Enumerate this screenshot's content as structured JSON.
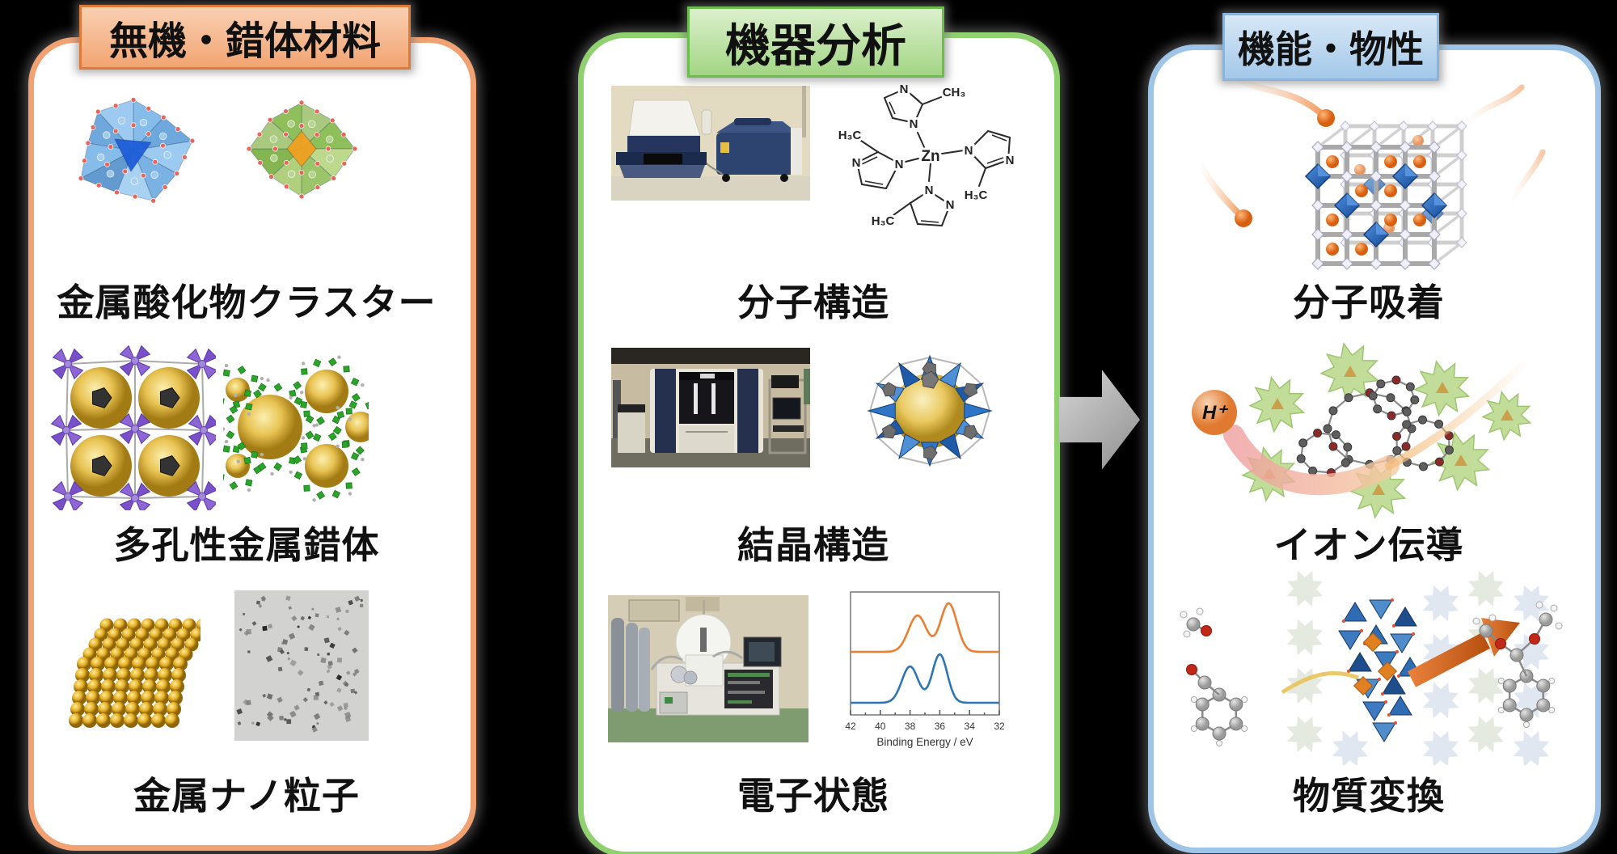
{
  "panels": {
    "left": {
      "title": "無機・錯体材料",
      "items": [
        {
          "label": "金属酸化物クラスター"
        },
        {
          "label": "多孔性金属錯体"
        },
        {
          "label": "金属ナノ粒子"
        }
      ]
    },
    "middle": {
      "title": "機器分析",
      "items": [
        {
          "label": "分子構造"
        },
        {
          "label": "結晶構造"
        },
        {
          "label": "電子状態"
        }
      ]
    },
    "right": {
      "title": "機能・物性",
      "items": [
        {
          "label": "分子吸着"
        },
        {
          "label": "イオン伝導"
        },
        {
          "label": "物質変換"
        }
      ]
    }
  },
  "molecule": {
    "center": "Zn",
    "nitrogen": "N",
    "methyl": "CH₃",
    "methyl_rev": "H₃C"
  },
  "ion_conduction": {
    "proton_label": "H⁺"
  },
  "colors": {
    "left_accent": "#ED7D31",
    "middle_accent": "#70AD47",
    "right_accent": "#9DC3E6",
    "arrow": "#ABABAB"
  },
  "chart_data": {
    "type": "line",
    "title": "",
    "xlabel": "Binding Energy / eV",
    "ylabel": "",
    "x_ticks": [
      42,
      40,
      38,
      36,
      34,
      32
    ],
    "xlim": [
      42,
      32
    ],
    "x_axis_reversed": true,
    "grid": false,
    "legend": "none",
    "series": [
      {
        "name": "orange-spectrum",
        "color": "#ED7D31",
        "baseline": 0.52,
        "peaks": [
          {
            "center": 37.5,
            "height": 0.3,
            "width": 0.6
          },
          {
            "center": 35.4,
            "height": 0.4,
            "width": 0.55
          }
        ]
      },
      {
        "name": "blue-spectrum",
        "color": "#2E75B6",
        "baseline": 0.1,
        "peaks": [
          {
            "center": 38.0,
            "height": 0.3,
            "width": 0.55
          },
          {
            "center": 36.0,
            "height": 0.4,
            "width": 0.5
          }
        ]
      }
    ]
  }
}
